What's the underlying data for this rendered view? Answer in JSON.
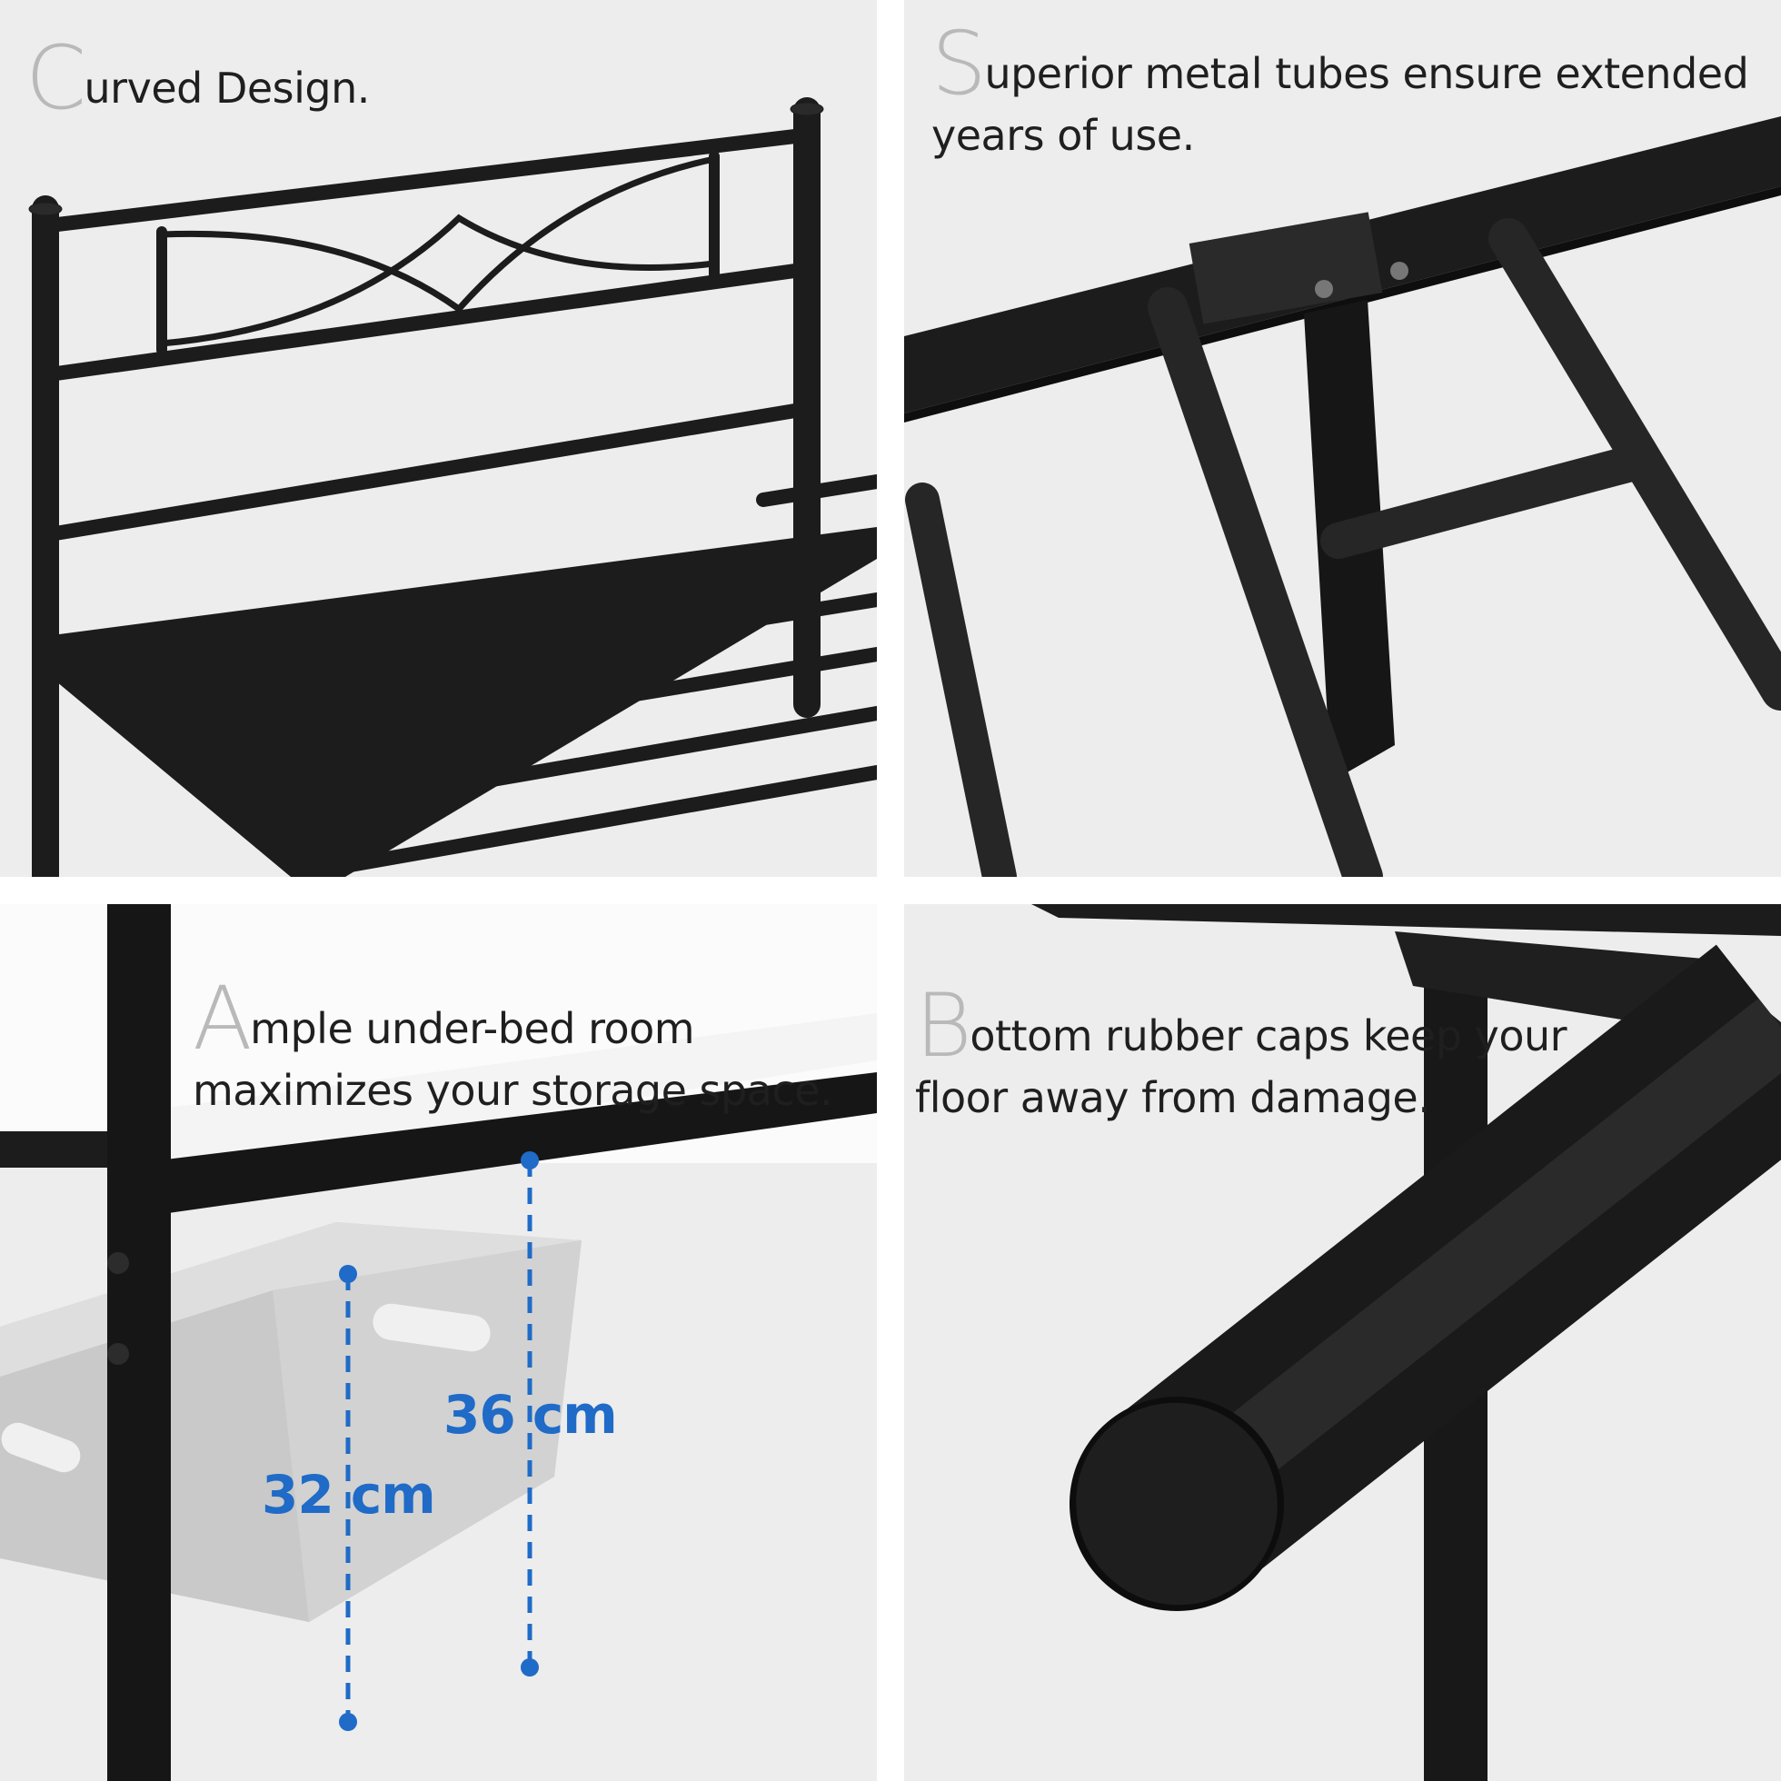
{
  "panels": [
    {
      "caption_initial": "C",
      "caption_rest": "urved Design.",
      "subject": "headboard-with-curved-crossed-rails"
    },
    {
      "caption_initial": "S",
      "caption_rest": "uperior metal tubes ensure extended years of use.",
      "subject": "metal-tube-frame-joint"
    },
    {
      "caption_initial": "A",
      "caption_rest": "mple under-bed room maximizes your storage space.",
      "subject": "storage-box-under-bed",
      "measurements": {
        "frame_clearance": "36 cm",
        "box_height": "32 cm"
      }
    },
    {
      "caption_initial": "B",
      "caption_rest": "ottom rubber caps keep your floor away from damage.",
      "subject": "tube-end-rubber-cap"
    }
  ],
  "colors": {
    "background": "#ededed",
    "metal": "#1c1c1c",
    "caption_initial": "#b9b9b9",
    "measure_accent": "#1f6bc7"
  }
}
